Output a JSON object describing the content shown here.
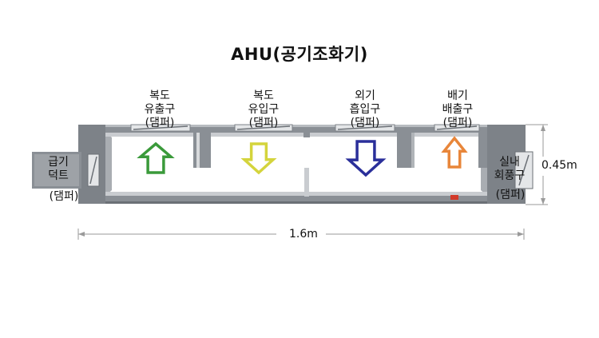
{
  "title": "AHU(공기조화기)",
  "labels": {
    "corridor_exhaust": [
      "복도",
      "유출구",
      "(댐퍼)"
    ],
    "corridor_inlet": [
      "복도",
      "유입구",
      "(댐퍼)"
    ],
    "outdoor_intake": [
      "외기",
      "흡입구",
      "(댐퍼)"
    ],
    "exhaust_outlet": [
      "배기",
      "배출구",
      "(댐퍼)"
    ],
    "supply_duct": [
      "급기",
      "덕트"
    ],
    "supply_duct_damper": "(댐퍼)",
    "return_inlet": [
      "실내",
      "회풍구"
    ],
    "return_inlet_damper": "(댐퍼)"
  },
  "dimensions": {
    "length": "1.6m",
    "height": "0.45m"
  },
  "arrows": [
    {
      "id": "corridor-exhaust",
      "direction": "up",
      "color": "#3a9a3a"
    },
    {
      "id": "corridor-inlet",
      "direction": "down",
      "color": "#d4d43c"
    },
    {
      "id": "outdoor-intake",
      "direction": "down",
      "color": "#2a2f9a"
    },
    {
      "id": "exhaust-outlet",
      "direction": "up",
      "color": "#e8863a"
    }
  ],
  "colors": {
    "housing": "#7d8288",
    "housing_light": "#a9adb2",
    "interior": "#ffffff",
    "dimension_line": "#9a9a9a",
    "sensor": "#d23a2a"
  }
}
